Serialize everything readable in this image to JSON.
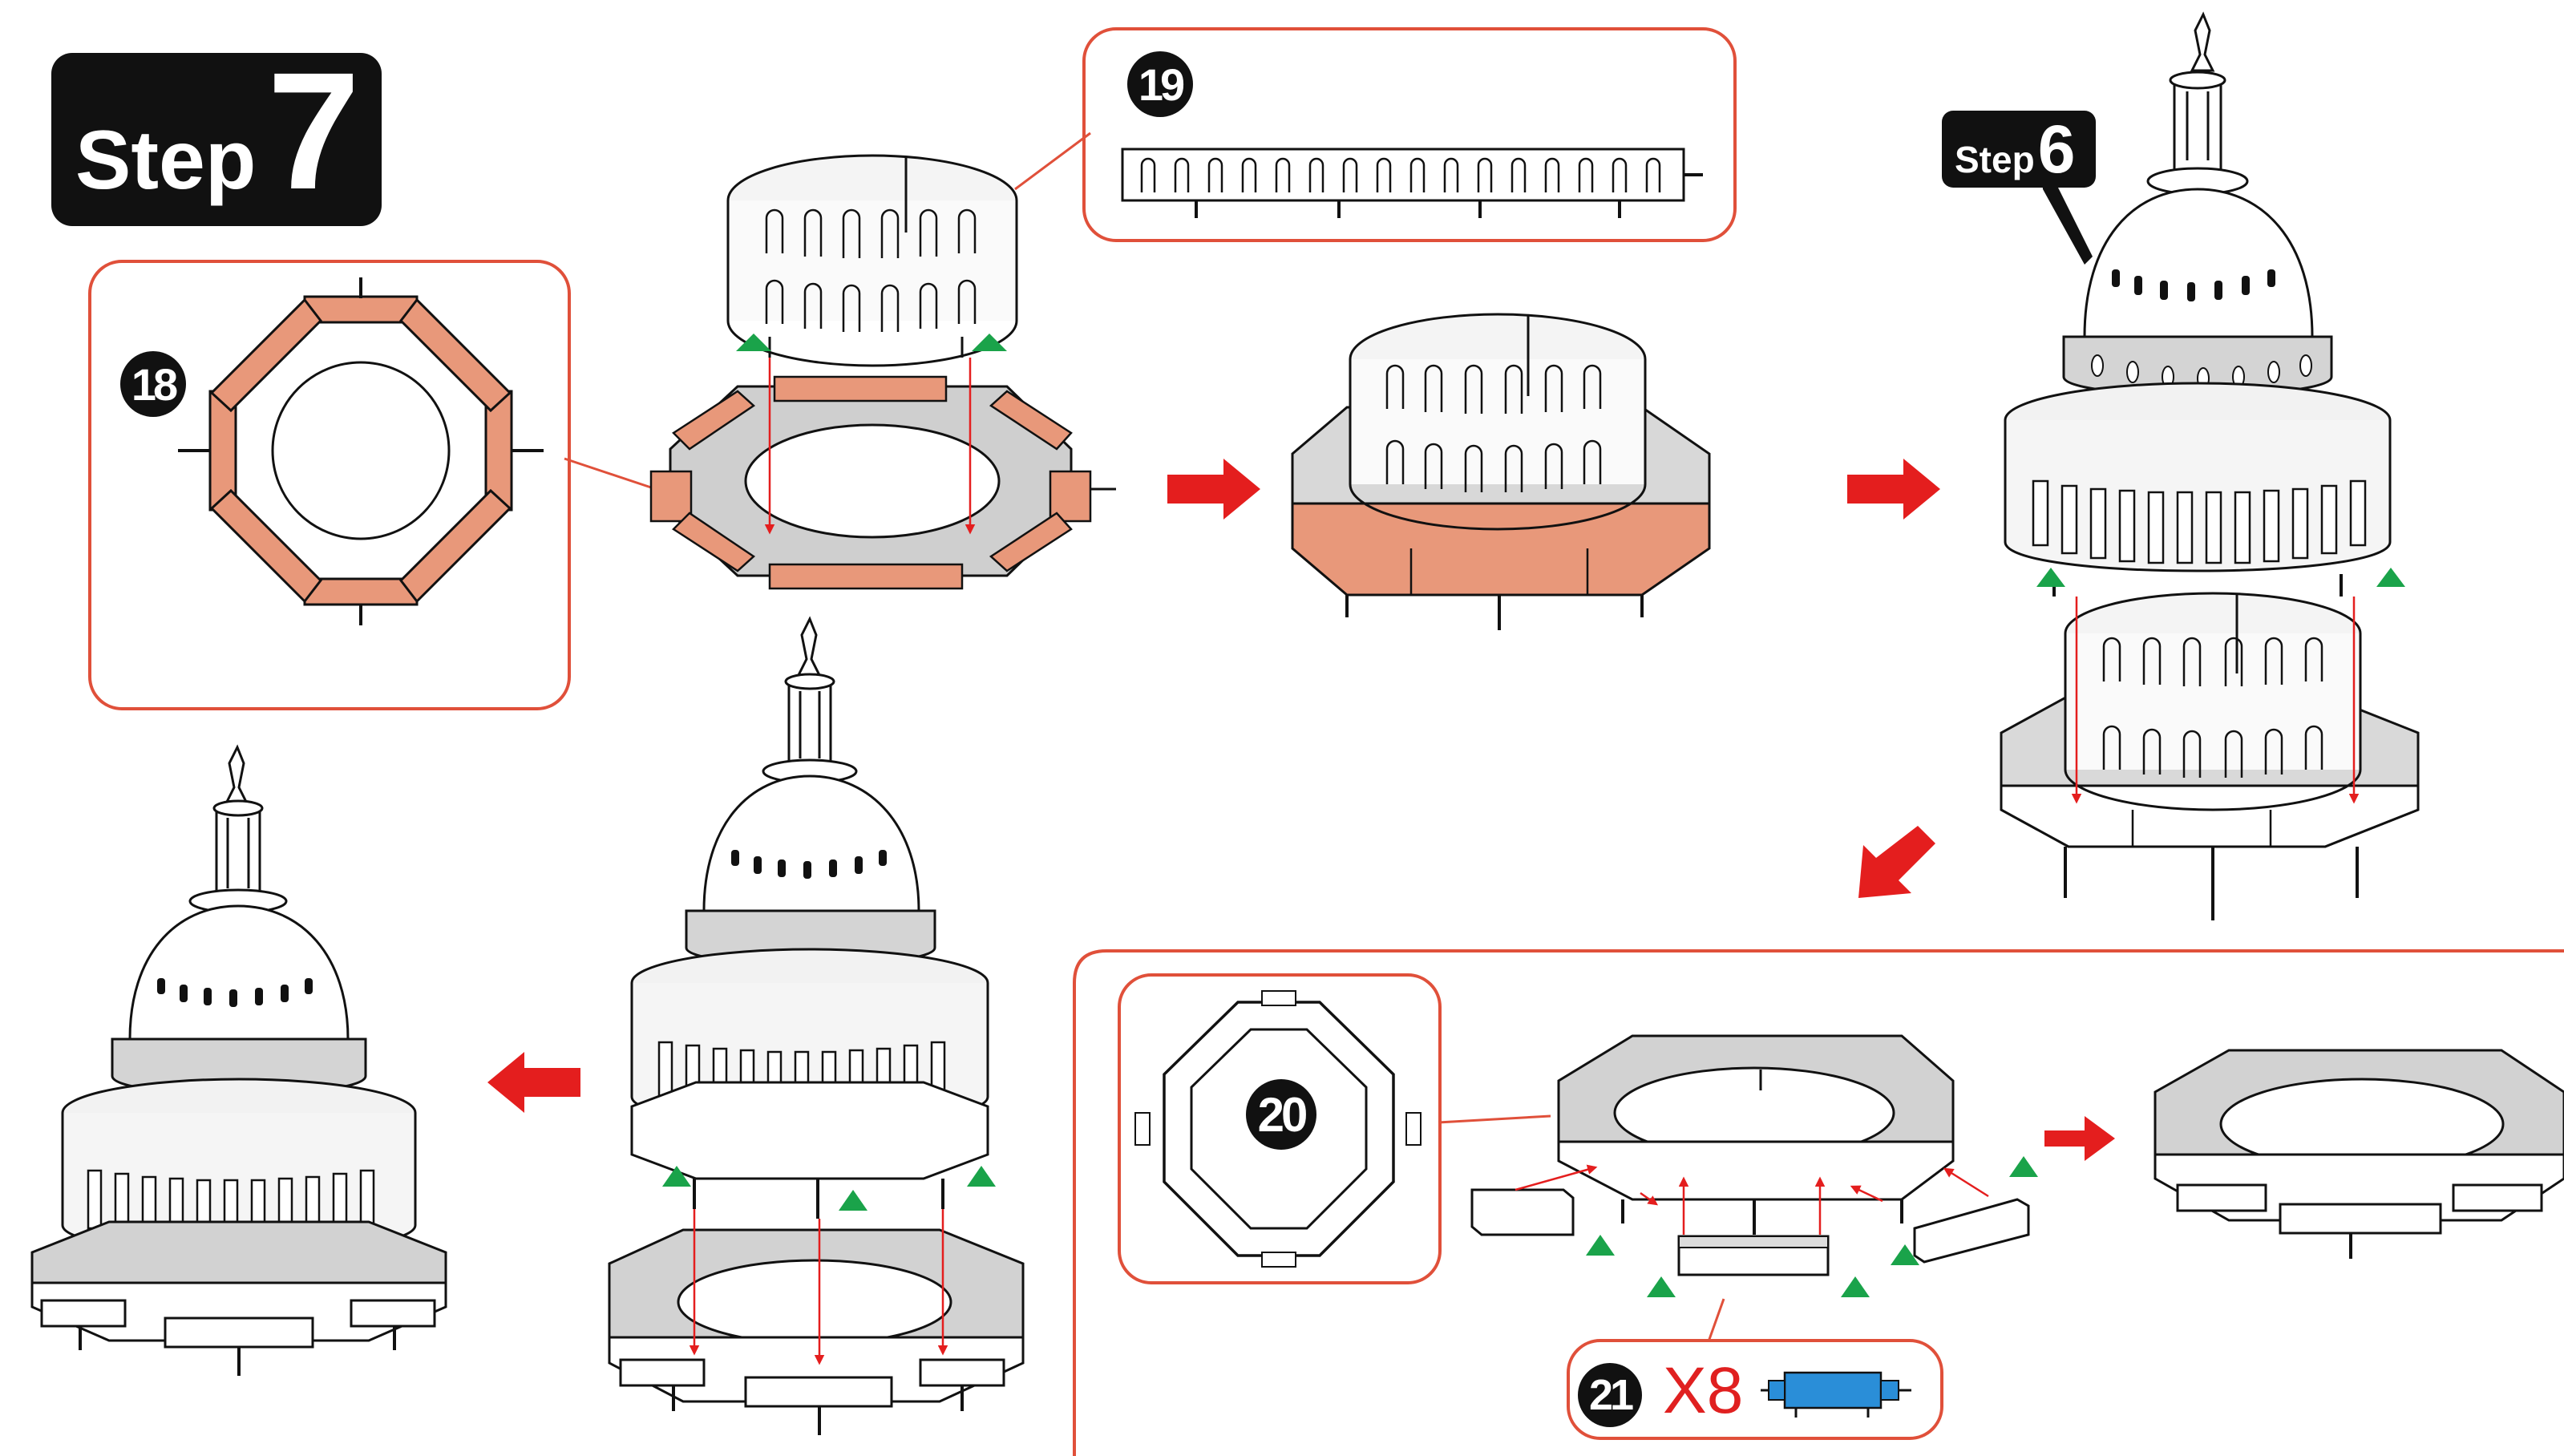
{
  "step_title": {
    "word": "Step",
    "number": "7"
  },
  "reference_badge": {
    "word": "Step",
    "number": "6"
  },
  "parts": {
    "p18": {
      "label": "18"
    },
    "p19": {
      "label": "19"
    },
    "p20": {
      "label": "20"
    },
    "p21": {
      "label": "21",
      "quantity": "X8"
    }
  },
  "colors": {
    "panel_border": "#e0503a",
    "piece_orange": "#e8987a",
    "piece_gray": "#cfcfcf",
    "arrow_red": "#e41e1e",
    "guide_green": "#1aa34a",
    "part_blue": "#2a8ed8"
  }
}
